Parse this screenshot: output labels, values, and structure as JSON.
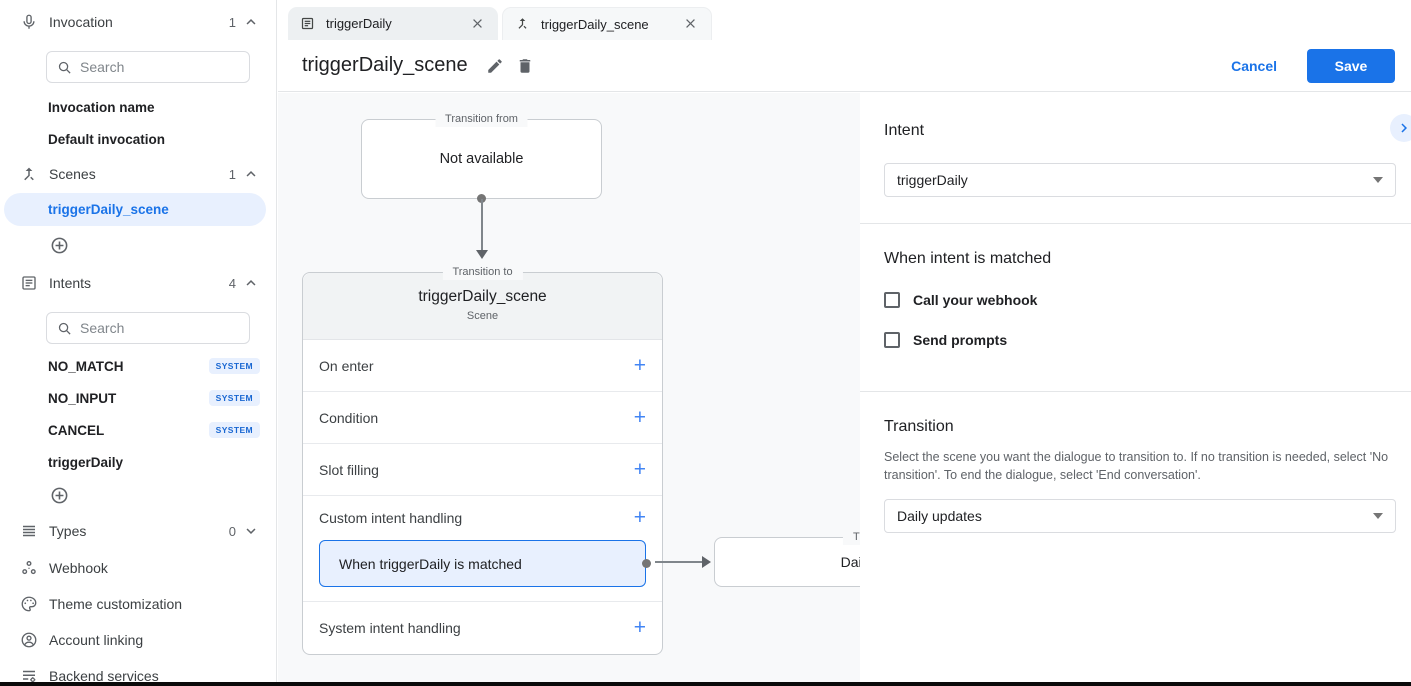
{
  "colors": {
    "accent": "#1a73e8",
    "accent_light": "#e8f0fe",
    "badge_text": "#1967d2"
  },
  "icons": {
    "invocation": "mic-icon",
    "scenes": "merge-type-icon",
    "intents": "article-icon",
    "types": "lines-icon",
    "webhook": "dots-icon",
    "theme": "palette-icon",
    "account": "person-circle-icon",
    "backend": "list-gear-icon"
  },
  "sidebar": {
    "invocation": {
      "label": "Invocation",
      "count": "1"
    },
    "search_placeholder": "Search",
    "invocation_items": [
      {
        "label": "Invocation name"
      },
      {
        "label": "Default invocation"
      }
    ],
    "scenes": {
      "label": "Scenes",
      "count": "1"
    },
    "scene_items": [
      {
        "label": "triggerDaily_scene",
        "selected": true
      }
    ],
    "intents": {
      "label": "Intents",
      "count": "4"
    },
    "intent_search_placeholder": "Search",
    "intent_items": [
      {
        "label": "NO_MATCH",
        "badge": "SYSTEM"
      },
      {
        "label": "NO_INPUT",
        "badge": "SYSTEM"
      },
      {
        "label": "CANCEL",
        "badge": "SYSTEM"
      },
      {
        "label": "triggerDaily",
        "badge": ""
      }
    ],
    "types": {
      "label": "Types",
      "count": "0"
    },
    "links": [
      {
        "label": "Webhook"
      },
      {
        "label": "Theme customization"
      },
      {
        "label": "Account linking"
      },
      {
        "label": "Backend services"
      }
    ]
  },
  "tabs": [
    {
      "label": "triggerDaily"
    },
    {
      "label": "triggerDaily_scene"
    }
  ],
  "header": {
    "title": "triggerDaily_scene",
    "cancel_label": "Cancel",
    "save_label": "Save"
  },
  "canvas": {
    "transition_from": {
      "legend": "Transition from",
      "body": "Not available"
    },
    "scene_card": {
      "legend": "Transition to",
      "title": "triggerDaily_scene",
      "subtitle": "Scene",
      "sections": [
        "On enter",
        "Condition",
        "Slot filling",
        "Custom intent handling",
        "System intent handling"
      ],
      "custom_intent_item": "When triggerDaily is matched"
    },
    "next_card": {
      "legend": "Transition to",
      "title": "Daily updates"
    }
  },
  "panel": {
    "intent_heading": "Intent",
    "intent_value": "triggerDaily",
    "matched_heading": "When intent is matched",
    "checkboxes": [
      {
        "label": "Call your webhook",
        "checked": false
      },
      {
        "label": "Send prompts",
        "checked": false
      }
    ],
    "transition_heading": "Transition",
    "transition_description": "Select the scene you want the dialogue to transition to. If no transition is needed, select 'No transition'. To end the dialogue, select 'End conversation'.",
    "transition_value": "Daily updates"
  }
}
